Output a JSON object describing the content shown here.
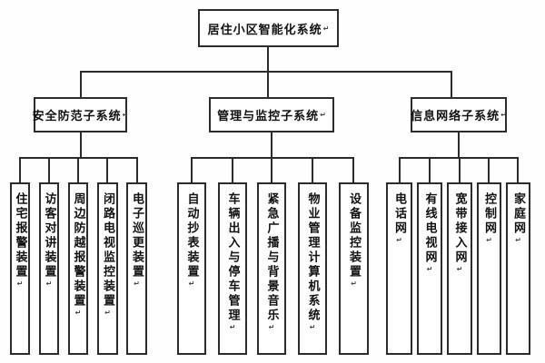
{
  "diagram": {
    "title": "居住小区智能化系统",
    "return_mark": "↵",
    "line_color": "#2c2c2c",
    "background_color": "#ffffff",
    "clusters": [
      {
        "label": "安全防范子系统",
        "leaves": [
          "住宅报警装置",
          "访客对讲装置",
          "周边防越报警装置",
          "闭路电视监控装置",
          "电子巡更装置"
        ]
      },
      {
        "label": "管理与监控子系统",
        "leaves": [
          "自动抄表装置",
          "车辆出入与停车管理",
          "紧急广播与背景音乐",
          "物业管理计算机系统",
          "设备监控装置"
        ]
      },
      {
        "label": "信息网络子系统",
        "leaves": [
          "电话网",
          "有线电视网",
          "宽带接入网",
          "控制网",
          "家庭网"
        ]
      }
    ]
  }
}
